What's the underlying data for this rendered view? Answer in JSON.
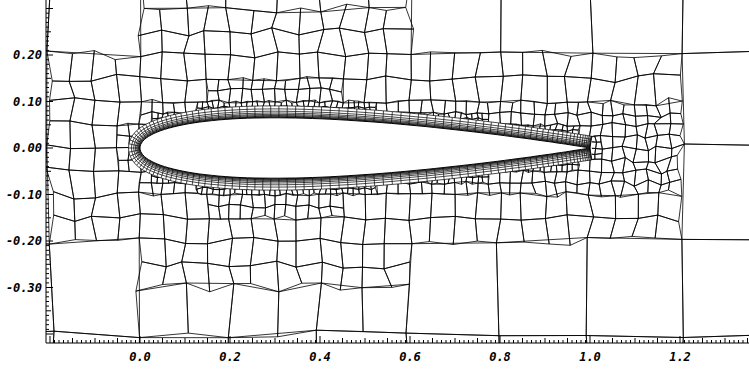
{
  "diagram": {
    "labels": [
      "0.20",
      "0.10",
      "0.00",
      "-0.10",
      "-0.20",
      "-0.30",
      "0.0",
      "0.2",
      "0.4",
      "0.6",
      "0.8",
      "1.0",
      "1.2"
    ]
  }
}
